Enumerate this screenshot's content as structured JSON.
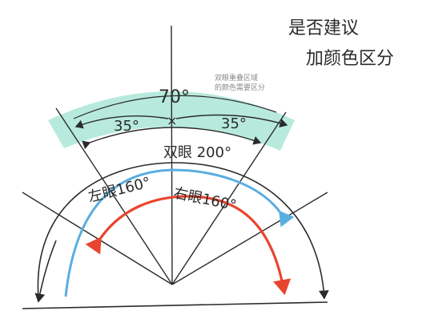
{
  "note": {
    "line1": "是否建议",
    "line2": "加颜色区分"
  },
  "faint_note": {
    "line1": "双眼重叠区域",
    "line2": "的颜色需要区分"
  },
  "labels": {
    "overlap_angle": "70°",
    "left_half": "35°",
    "right_half": "35°",
    "binocular": "双眼 200°",
    "left_eye": "左眼160°",
    "right_eye": "右眼160°"
  },
  "colors": {
    "ink": "#2b2b2b",
    "overlap_band": "#7fd9c2",
    "left_eye_arc": "#5aaee0",
    "right_eye_arc": "#e8452e"
  }
}
